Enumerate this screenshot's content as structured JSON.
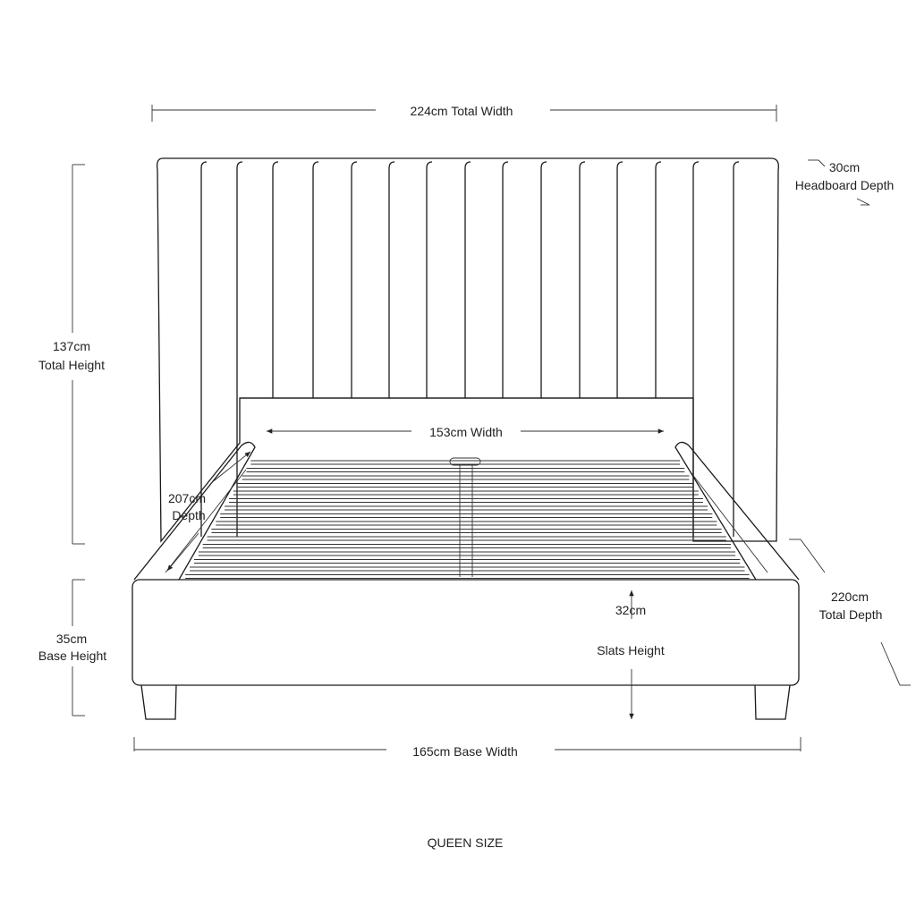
{
  "dimensions": {
    "total_width": "224cm Total Width",
    "headboard_depth_value": "30cm",
    "headboard_depth_label": "Headboard Depth",
    "total_height_value": "137cm",
    "total_height_label": "Total Height",
    "inner_width": "153cm Width",
    "depth_value": "207cm",
    "depth_label": "Depth",
    "total_depth_value": "220cm",
    "total_depth_label": "Total Depth",
    "base_height_value": "35cm",
    "base_height_label": "Base Height",
    "slats_height_value": "32cm",
    "slats_height_label": "Slats Height",
    "base_width": "165cm Base Width"
  },
  "caption": "QUEEN SIZE",
  "colors": {
    "line": "#1a1a1a",
    "background": "#ffffff"
  }
}
